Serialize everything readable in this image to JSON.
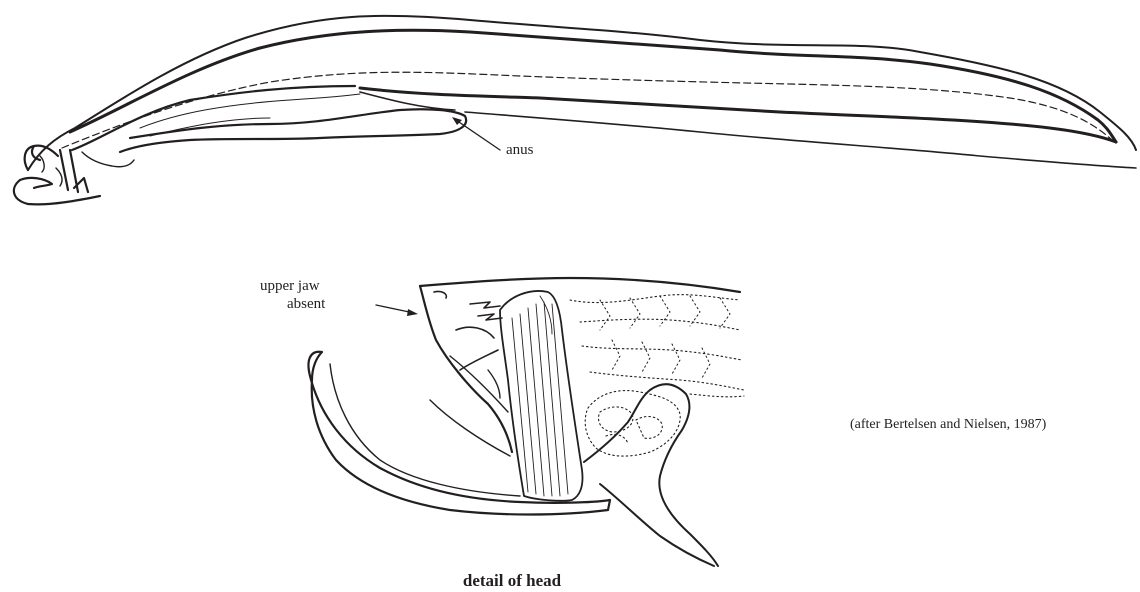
{
  "labels": {
    "anus": "anus",
    "upper_jaw_line1": "upper jaw",
    "upper_jaw_line2": "absent",
    "credit": "(after Bertelsen and Nielsen, 1987)",
    "detail_caption": "detail of head"
  },
  "colors": {
    "ink": "#231f20",
    "background": "#ffffff"
  }
}
